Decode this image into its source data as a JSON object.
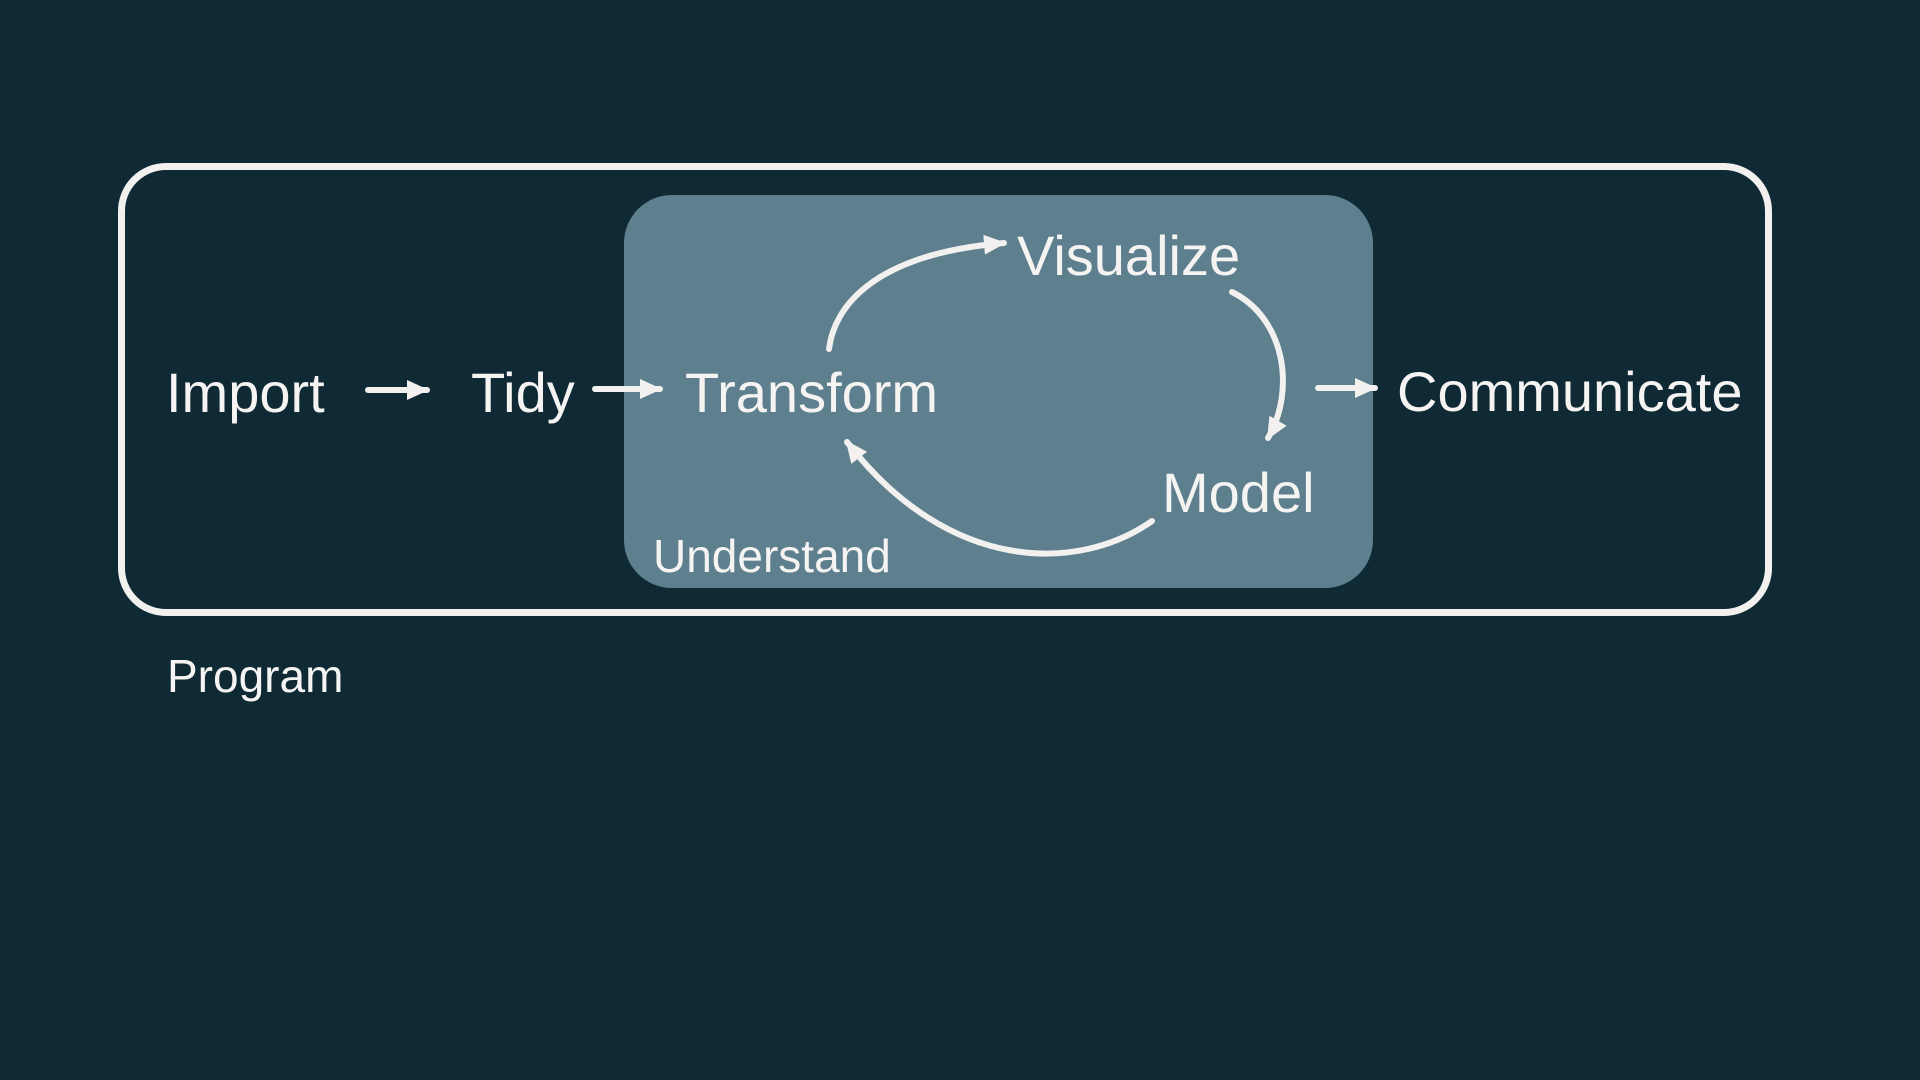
{
  "slide": {
    "nodes": {
      "import": "Import",
      "tidy": "Tidy",
      "transform": "Transform",
      "visualize": "Visualize",
      "model": "Model",
      "communicate": "Communicate"
    },
    "groups": {
      "understand": "Understand",
      "program": "Program"
    },
    "arrows": [
      "import-to-tidy",
      "tidy-to-transform",
      "transform-to-visualize",
      "visualize-to-model",
      "model-to-transform",
      "understand-to-communicate"
    ],
    "colors": {
      "background": "#0f2a35",
      "panel": "#5d7f8e",
      "line": "#f2f1ef",
      "text": "#f5f4f2"
    }
  }
}
